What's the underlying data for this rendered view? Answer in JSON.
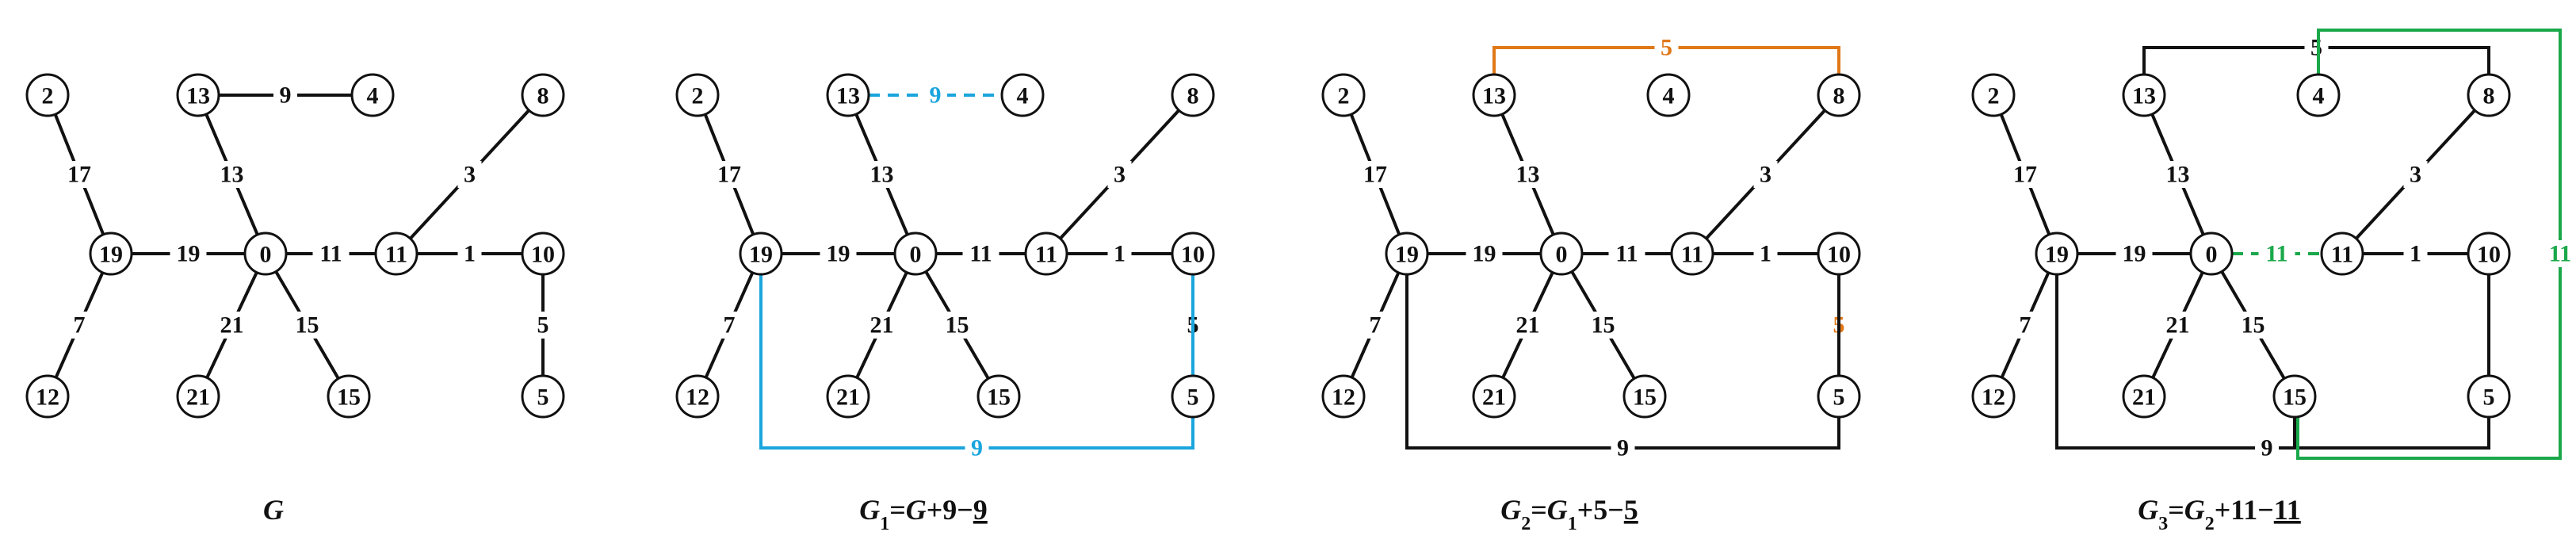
{
  "colors": {
    "black": "#111111",
    "blue": "#1aa5dd",
    "orange": "#e07818",
    "green": "#1aa84a"
  },
  "panels": [
    {
      "id": "G",
      "caption": [
        {
          "t": "G",
          "it": true
        }
      ],
      "nodes": [
        "2",
        "13",
        "4",
        "8",
        "19",
        "0",
        "11",
        "10",
        "12",
        "21",
        "15",
        "5"
      ],
      "edges": [
        {
          "a": "2",
          "b": "19",
          "w": "17"
        },
        {
          "a": "19",
          "b": "12",
          "w": "7"
        },
        {
          "a": "19",
          "b": "0",
          "w": "19"
        },
        {
          "a": "13",
          "b": "0",
          "w": "13"
        },
        {
          "a": "13",
          "b": "4",
          "w": "9"
        },
        {
          "a": "0",
          "b": "11",
          "w": "11"
        },
        {
          "a": "0",
          "b": "21",
          "w": "21"
        },
        {
          "a": "0",
          "b": "15",
          "w": "15"
        },
        {
          "a": "11",
          "b": "8",
          "w": "3"
        },
        {
          "a": "11",
          "b": "10",
          "w": "1"
        },
        {
          "a": "10",
          "b": "5",
          "w": "5"
        }
      ]
    },
    {
      "id": "G1",
      "caption": [
        {
          "t": "G",
          "it": true
        },
        {
          "t": "1",
          "sub": true
        },
        {
          "t": "=",
          "it": false
        },
        {
          "t": "G",
          "it": true
        },
        {
          "t": "+9−"
        },
        {
          "t": "9",
          "ul": true
        }
      ],
      "nodes": [
        "2",
        "13",
        "4",
        "8",
        "19",
        "0",
        "11",
        "10",
        "12",
        "21",
        "15",
        "5"
      ],
      "edges": [
        {
          "a": "2",
          "b": "19",
          "w": "17"
        },
        {
          "a": "19",
          "b": "12",
          "w": "7"
        },
        {
          "a": "19",
          "b": "0",
          "w": "19"
        },
        {
          "a": "13",
          "b": "0",
          "w": "13"
        },
        {
          "a": "13",
          "b": "4",
          "w": "9",
          "color": "blue",
          "dash": true
        },
        {
          "a": "0",
          "b": "11",
          "w": "11"
        },
        {
          "a": "0",
          "b": "21",
          "w": "21"
        },
        {
          "a": "0",
          "b": "15",
          "w": "15"
        },
        {
          "a": "11",
          "b": "8",
          "w": "3"
        },
        {
          "a": "11",
          "b": "10",
          "w": "1"
        },
        {
          "a": "10",
          "b": "5",
          "w": "5"
        },
        {
          "a": "19",
          "b": "10",
          "w": "9",
          "color": "blue",
          "route": "bottom"
        }
      ]
    },
    {
      "id": "G2",
      "caption": [
        {
          "t": "G",
          "it": true
        },
        {
          "t": "2",
          "sub": true
        },
        {
          "t": "="
        },
        {
          "t": "G",
          "it": true
        },
        {
          "t": "1",
          "sub": true
        },
        {
          "t": "+5−"
        },
        {
          "t": "5",
          "ul": true
        }
      ],
      "nodes": [
        "2",
        "13",
        "4",
        "8",
        "19",
        "0",
        "11",
        "10",
        "12",
        "21",
        "15",
        "5"
      ],
      "edges": [
        {
          "a": "2",
          "b": "19",
          "w": "17"
        },
        {
          "a": "19",
          "b": "12",
          "w": "7"
        },
        {
          "a": "19",
          "b": "0",
          "w": "19"
        },
        {
          "a": "13",
          "b": "0",
          "w": "13"
        },
        {
          "a": "0",
          "b": "11",
          "w": "11"
        },
        {
          "a": "0",
          "b": "21",
          "w": "21"
        },
        {
          "a": "0",
          "b": "15",
          "w": "15"
        },
        {
          "a": "11",
          "b": "8",
          "w": "3"
        },
        {
          "a": "11",
          "b": "10",
          "w": "1"
        },
        {
          "a": "10",
          "b": "5",
          "w": "5",
          "color": "orange",
          "dash": true
        },
        {
          "a": "19",
          "b": "10",
          "w": "9",
          "route": "bottom"
        },
        {
          "a": "13",
          "b": "8",
          "w": "5",
          "color": "orange",
          "route": "top"
        }
      ]
    },
    {
      "id": "G3",
      "caption": [
        {
          "t": "G",
          "it": true
        },
        {
          "t": "3",
          "sub": true
        },
        {
          "t": "="
        },
        {
          "t": "G",
          "it": true
        },
        {
          "t": "2",
          "sub": true
        },
        {
          "t": "+11−"
        },
        {
          "t": "11",
          "ul": true
        }
      ],
      "nodes": [
        "2",
        "13",
        "4",
        "8",
        "19",
        "0",
        "11",
        "10",
        "12",
        "21",
        "15",
        "5"
      ],
      "edges": [
        {
          "a": "2",
          "b": "19",
          "w": "17"
        },
        {
          "a": "19",
          "b": "12",
          "w": "7"
        },
        {
          "a": "19",
          "b": "0",
          "w": "19"
        },
        {
          "a": "13",
          "b": "0",
          "w": "13"
        },
        {
          "a": "0",
          "b": "21",
          "w": "21"
        },
        {
          "a": "0",
          "b": "15",
          "w": "15"
        },
        {
          "a": "11",
          "b": "8",
          "w": "3"
        },
        {
          "a": "11",
          "b": "10",
          "w": "1"
        },
        {
          "a": "0",
          "b": "11",
          "w": "11",
          "color": "green",
          "dash": true
        },
        {
          "a": "19",
          "b": "15",
          "w": "9",
          "route": "bottom15"
        },
        {
          "a": "13",
          "b": "8",
          "w": "5",
          "route": "top"
        },
        {
          "a": "10",
          "b": "15",
          "w": "",
          "route": "right15"
        },
        {
          "a": "4",
          "b": "15",
          "w": "11",
          "color": "green",
          "route": "green-loop"
        }
      ]
    }
  ]
}
